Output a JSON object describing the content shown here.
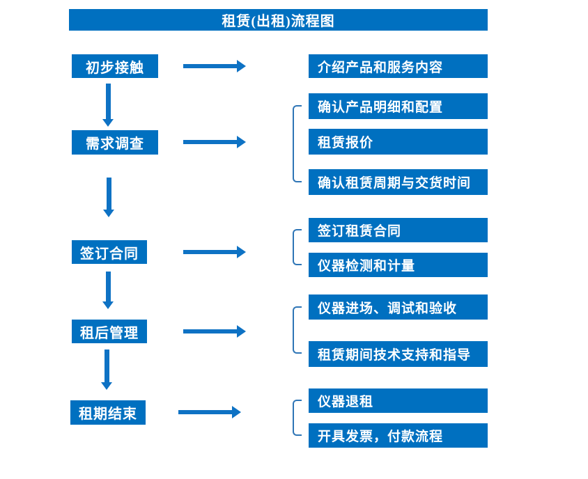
{
  "title": "租赁(出租)流程图",
  "colors": {
    "primary": "#0070C0",
    "arrow": "#0E72C4",
    "bracket": "#2E75B6",
    "text": "#FFFFFF",
    "background": "#FFFFFF"
  },
  "stages": [
    {
      "label": "初步接触",
      "details": [
        "介绍产品和服务内容"
      ]
    },
    {
      "label": "需求调查",
      "details": [
        "确认产品明细和配置",
        "租赁报价",
        "确认租赁周期与交货时间"
      ]
    },
    {
      "label": "签订合同",
      "details": [
        "签订租赁合同",
        "仪器检测和计量"
      ]
    },
    {
      "label": "租后管理",
      "details": [
        "仪器进场、调试和验收",
        "租赁期间技术支持和指导"
      ]
    },
    {
      "label": "租期结束",
      "details": [
        "仪器退租",
        "开具发票，付款流程"
      ]
    }
  ]
}
